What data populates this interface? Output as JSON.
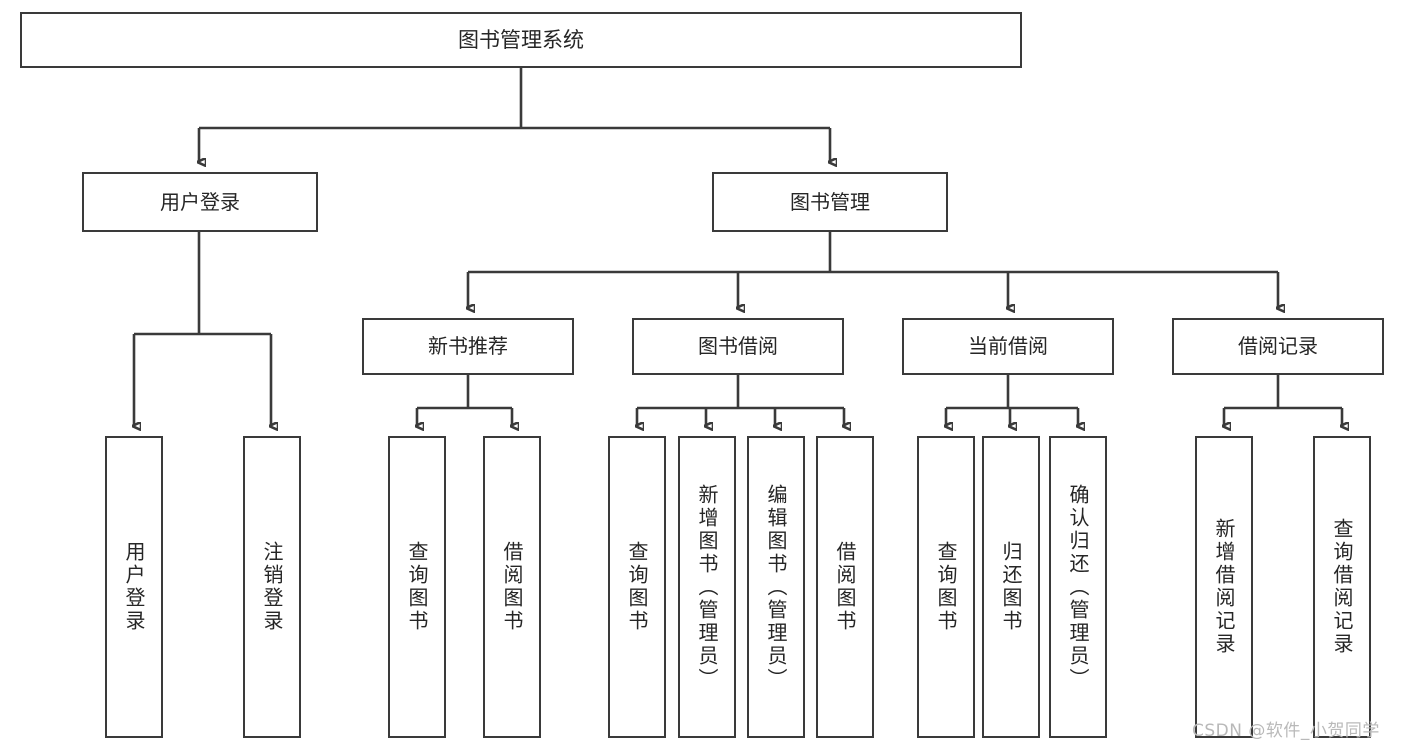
{
  "diagram": {
    "type": "tree",
    "title": "图书管理系统",
    "root": {
      "label": "图书管理系统"
    },
    "level2": [
      {
        "label": "用户登录"
      },
      {
        "label": "图书管理"
      }
    ],
    "level3": [
      {
        "label": "新书推荐"
      },
      {
        "label": "图书借阅"
      },
      {
        "label": "当前借阅"
      },
      {
        "label": "借阅记录"
      }
    ],
    "leaves": {
      "user_login": [
        {
          "label": "用户登录"
        },
        {
          "label": "注销登录"
        }
      ],
      "new_book_recommend": [
        {
          "label": "查询图书"
        },
        {
          "label": "借阅图书"
        }
      ],
      "book_borrow": [
        {
          "label": "查询图书"
        },
        {
          "label": "新增图书（管理员）"
        },
        {
          "label": "编辑图书（管理员）"
        },
        {
          "label": "借阅图书"
        }
      ],
      "current_borrow": [
        {
          "label": "查询图书"
        },
        {
          "label": "归还图书"
        },
        {
          "label": "确认归还（管理员）"
        }
      ],
      "borrow_record": [
        {
          "label": "新增借阅记录"
        },
        {
          "label": "查询借阅记录"
        }
      ]
    }
  },
  "watermark": {
    "text": "CSDN @软件_小贺同学"
  },
  "colors": {
    "stroke": "#3a3a3a",
    "text": "#262626",
    "background": "#ffffff",
    "watermark": "#b9b9b9"
  }
}
